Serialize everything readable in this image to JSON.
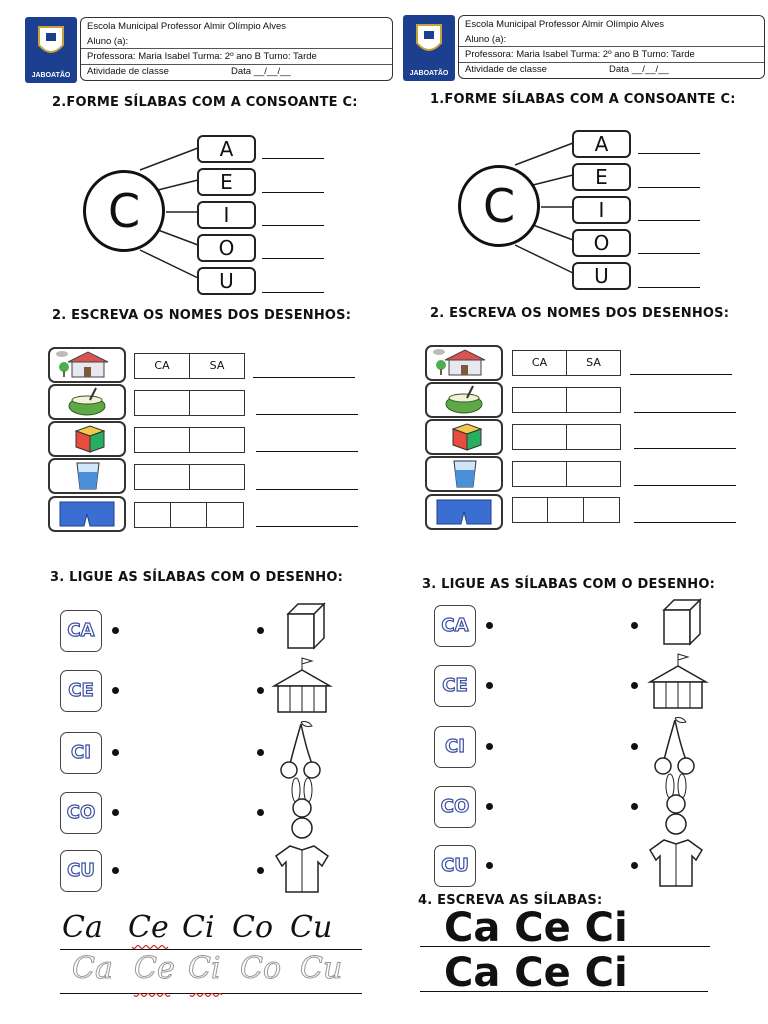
{
  "header": {
    "school": "Escola Municipal Professor Almir Olímpio Alves",
    "student": "Aluno (a):",
    "teacher_line": "Professora: Maria Isabel   Turma: 2º ano B   Turno: Tarde",
    "activity": "Atividade de classe",
    "date": "Data __/__/__",
    "logo": "JABOATÃO"
  },
  "left": {
    "q1_title": "2.FORME SÍLABAS COM A CONSOANTE C:",
    "q2_title": "2. ESCREVA OS NOMES DOS DESENHOS:",
    "q3_title": "3. LIGUE AS SÍLABAS COM O DESENHO:",
    "cursive_model": [
      "Ca",
      "Ce",
      "Ci",
      "Co",
      "Cu"
    ],
    "cursive_trace": [
      "Ca",
      "Ce",
      "Ci",
      "Co",
      "Cu"
    ]
  },
  "right": {
    "q1_title": "1.FORME SÍLABAS COM A CONSOANTE C:",
    "q2_title": "2. ESCREVA OS NOMES DOS DESENHOS:",
    "q3_title": "3. LIGUE AS SÍLABAS COM O DESENHO:",
    "q4_title": "4. ESCREVA AS SÍLABAS:",
    "q4_line1": "Ca Ce Ci",
    "q4_line2": "Ca Ce Ci"
  },
  "consonant": "C",
  "vowels": [
    "A",
    "E",
    "I",
    "O",
    "U"
  ],
  "name_cells_first": [
    "CA",
    "SA"
  ],
  "syllables": [
    "CA",
    "CE",
    "CI",
    "CO",
    "CU"
  ],
  "pictures": [
    "house-icon",
    "coconut-icon",
    "cube-toy-icon",
    "cup-icon",
    "shorts-icon"
  ],
  "match_pictures": [
    "box-icon",
    "circus-tent-icon",
    "cherry-icon",
    "rabbit-icon",
    "shirt-icon"
  ],
  "colors": {
    "logo_blue": "#1d3f8f",
    "syllable_outline": "#3a4fa0",
    "syllable_inner": "#d94b4b",
    "cup_blue": "#4a90d9",
    "shorts_blue": "#3a6fd1"
  }
}
